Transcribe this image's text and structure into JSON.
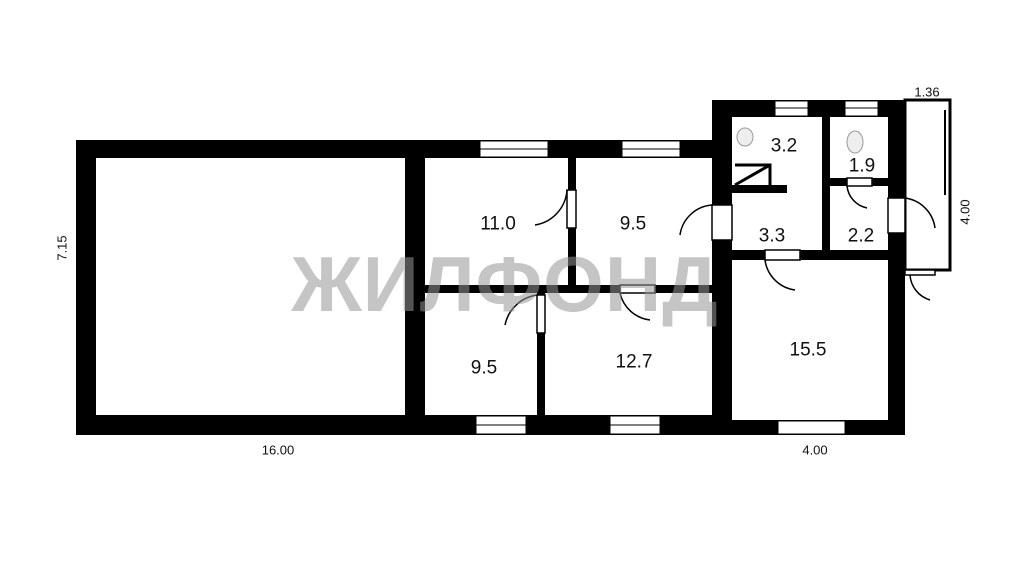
{
  "watermark": "ЖИЛФОНД",
  "rooms": [
    "11.0",
    "9.5",
    "9.5",
    "12.7",
    "3.2",
    "1.9",
    "3.3",
    "2.2",
    "15.5"
  ],
  "dimensions": {
    "top_right": "1.36",
    "right": "4.00",
    "left": "7.15",
    "bottom_left": "16.00",
    "bottom_right": "4.00"
  }
}
